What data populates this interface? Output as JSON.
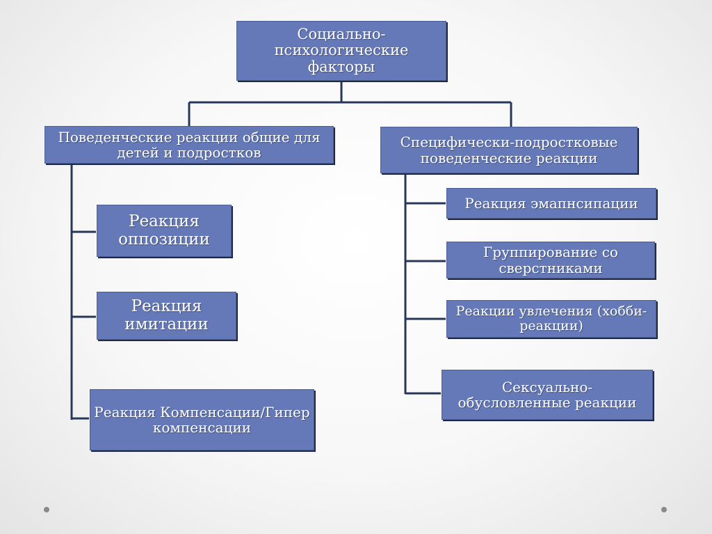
{
  "diagram": {
    "root": "Социально-психологические факторы",
    "left_branch": {
      "title": "Поведенческие реакции общие для детей и подростков",
      "items": [
        "Реакция оппозиции",
        "Реакция имитации",
        "Реакция Компенсации/Гиперкомпенсации"
      ]
    },
    "right_branch": {
      "title": "Специфически-подростковые поведенческие реакции",
      "items": [
        "Реакция эмапнсипации",
        "Группирование со сверстниками",
        "Реакции увлечения (хобби-реакции)",
        "Сексуально-обусловленные реакции"
      ]
    }
  },
  "colors": {
    "box": "#6579b8",
    "line": "#273759",
    "text": "#ffffff"
  }
}
